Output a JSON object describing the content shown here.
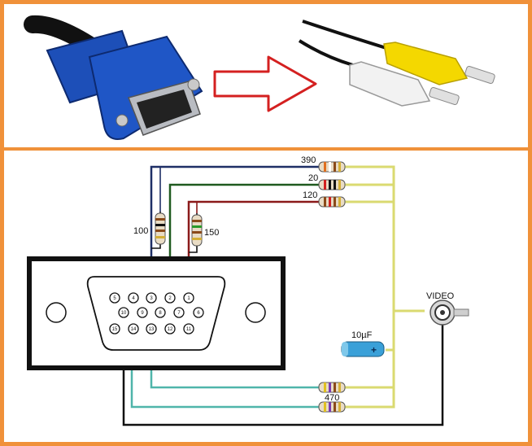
{
  "colors": {
    "frame": "#f0913a",
    "vga_blue": "#1d4fb8",
    "connector_black": "#111111",
    "rca_yellow": "#f4d800",
    "rca_white": "#f2f2f2",
    "arrow_red": "#d42020",
    "wire_yellow": "#dada70",
    "wire_green": "#1f5a1f",
    "wire_red": "#8b1a1a",
    "wire_navy": "#1e2f66",
    "wire_teal": "#4fb5aa",
    "capacitor": "#3aa0d8"
  },
  "icons": {
    "vga_plug": "vga-plug-icon",
    "conversion_arrow": "arrow-right-icon",
    "rca_plugs": "rca-plugs-icon"
  },
  "labels": {
    "r_390": "390",
    "r_20": "20",
    "r_120": "120",
    "r_100": "100",
    "r_150": "150",
    "r_470": "470",
    "capacitor": "10µF",
    "capacitor_sign": "+",
    "video": "VIDEO"
  },
  "pins": {
    "p1": "1",
    "p2": "2",
    "p3": "3",
    "p4": "4",
    "p5": "5",
    "p6": "6",
    "p7": "7",
    "p8": "8",
    "p9": "9",
    "p10": "10",
    "p11": "11",
    "p12": "12",
    "p13": "13",
    "p14": "14",
    "p15": "15"
  }
}
